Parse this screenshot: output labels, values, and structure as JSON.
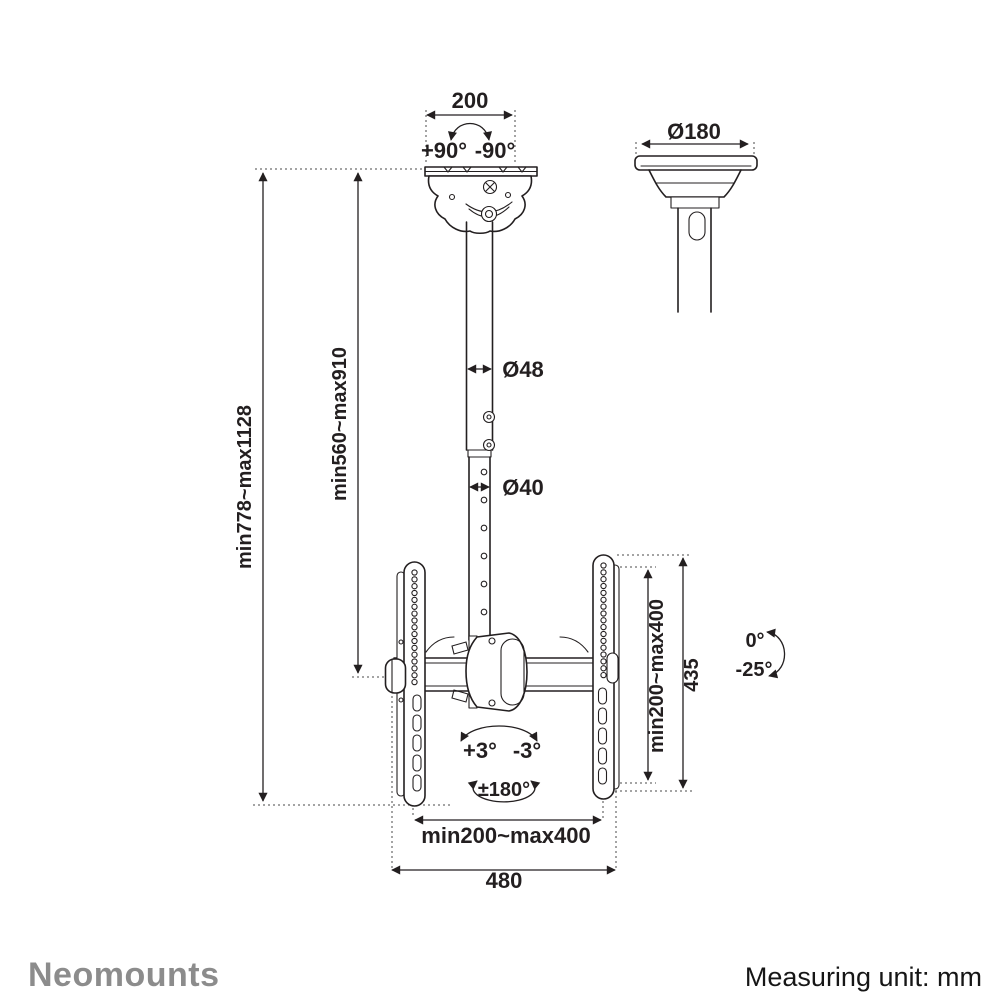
{
  "brand": {
    "logo_text": "Neomounts"
  },
  "footer": {
    "measuring_unit": "Measuring unit: mm"
  },
  "colors": {
    "line": "#231f20",
    "logo_gray": "#8c8c8c",
    "background": "#ffffff"
  },
  "labels": {
    "ceiling_plate_width": "200",
    "swivel_positive": "+90°",
    "swivel_negative": "-90°",
    "ceiling_cover_diameter": "Ø180",
    "upper_pole_diameter": "Ø48",
    "lower_pole_diameter": "Ø40",
    "overall_height_range": "min778~max1128",
    "pole_height_range": "min560~max910",
    "vesa_height_range": "min200~max400",
    "bracket_height": "435",
    "tilt_upper": "0°",
    "tilt_lower": "-25°",
    "level_positive": "+3°",
    "level_negative": "-3°",
    "screen_rotation": "±180°",
    "vesa_width_range": "min200~max400",
    "bracket_width": "480"
  }
}
